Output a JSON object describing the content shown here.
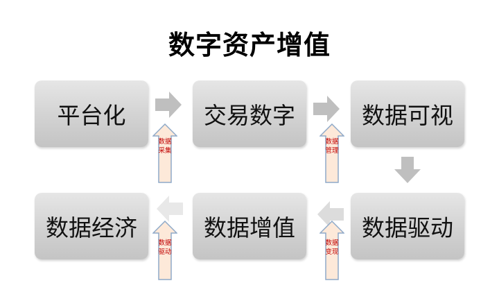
{
  "title": "数字资产增值",
  "boxes": [
    "平台化",
    "交易数字",
    "数据可视",
    "数据经济",
    "数据增值",
    "数据驱动"
  ],
  "labels": [
    "数据采集",
    "数据管理",
    "数据驱动",
    "数据变现"
  ],
  "colors": {
    "box": "#d2d2d2",
    "flow_arrow": "#bfbfbf",
    "faded_arrow": "#e5e5e5",
    "label_text": "#c00000",
    "up_arrow_fill": "#fde9d9",
    "up_arrow_stroke": "#8ea9c8"
  }
}
